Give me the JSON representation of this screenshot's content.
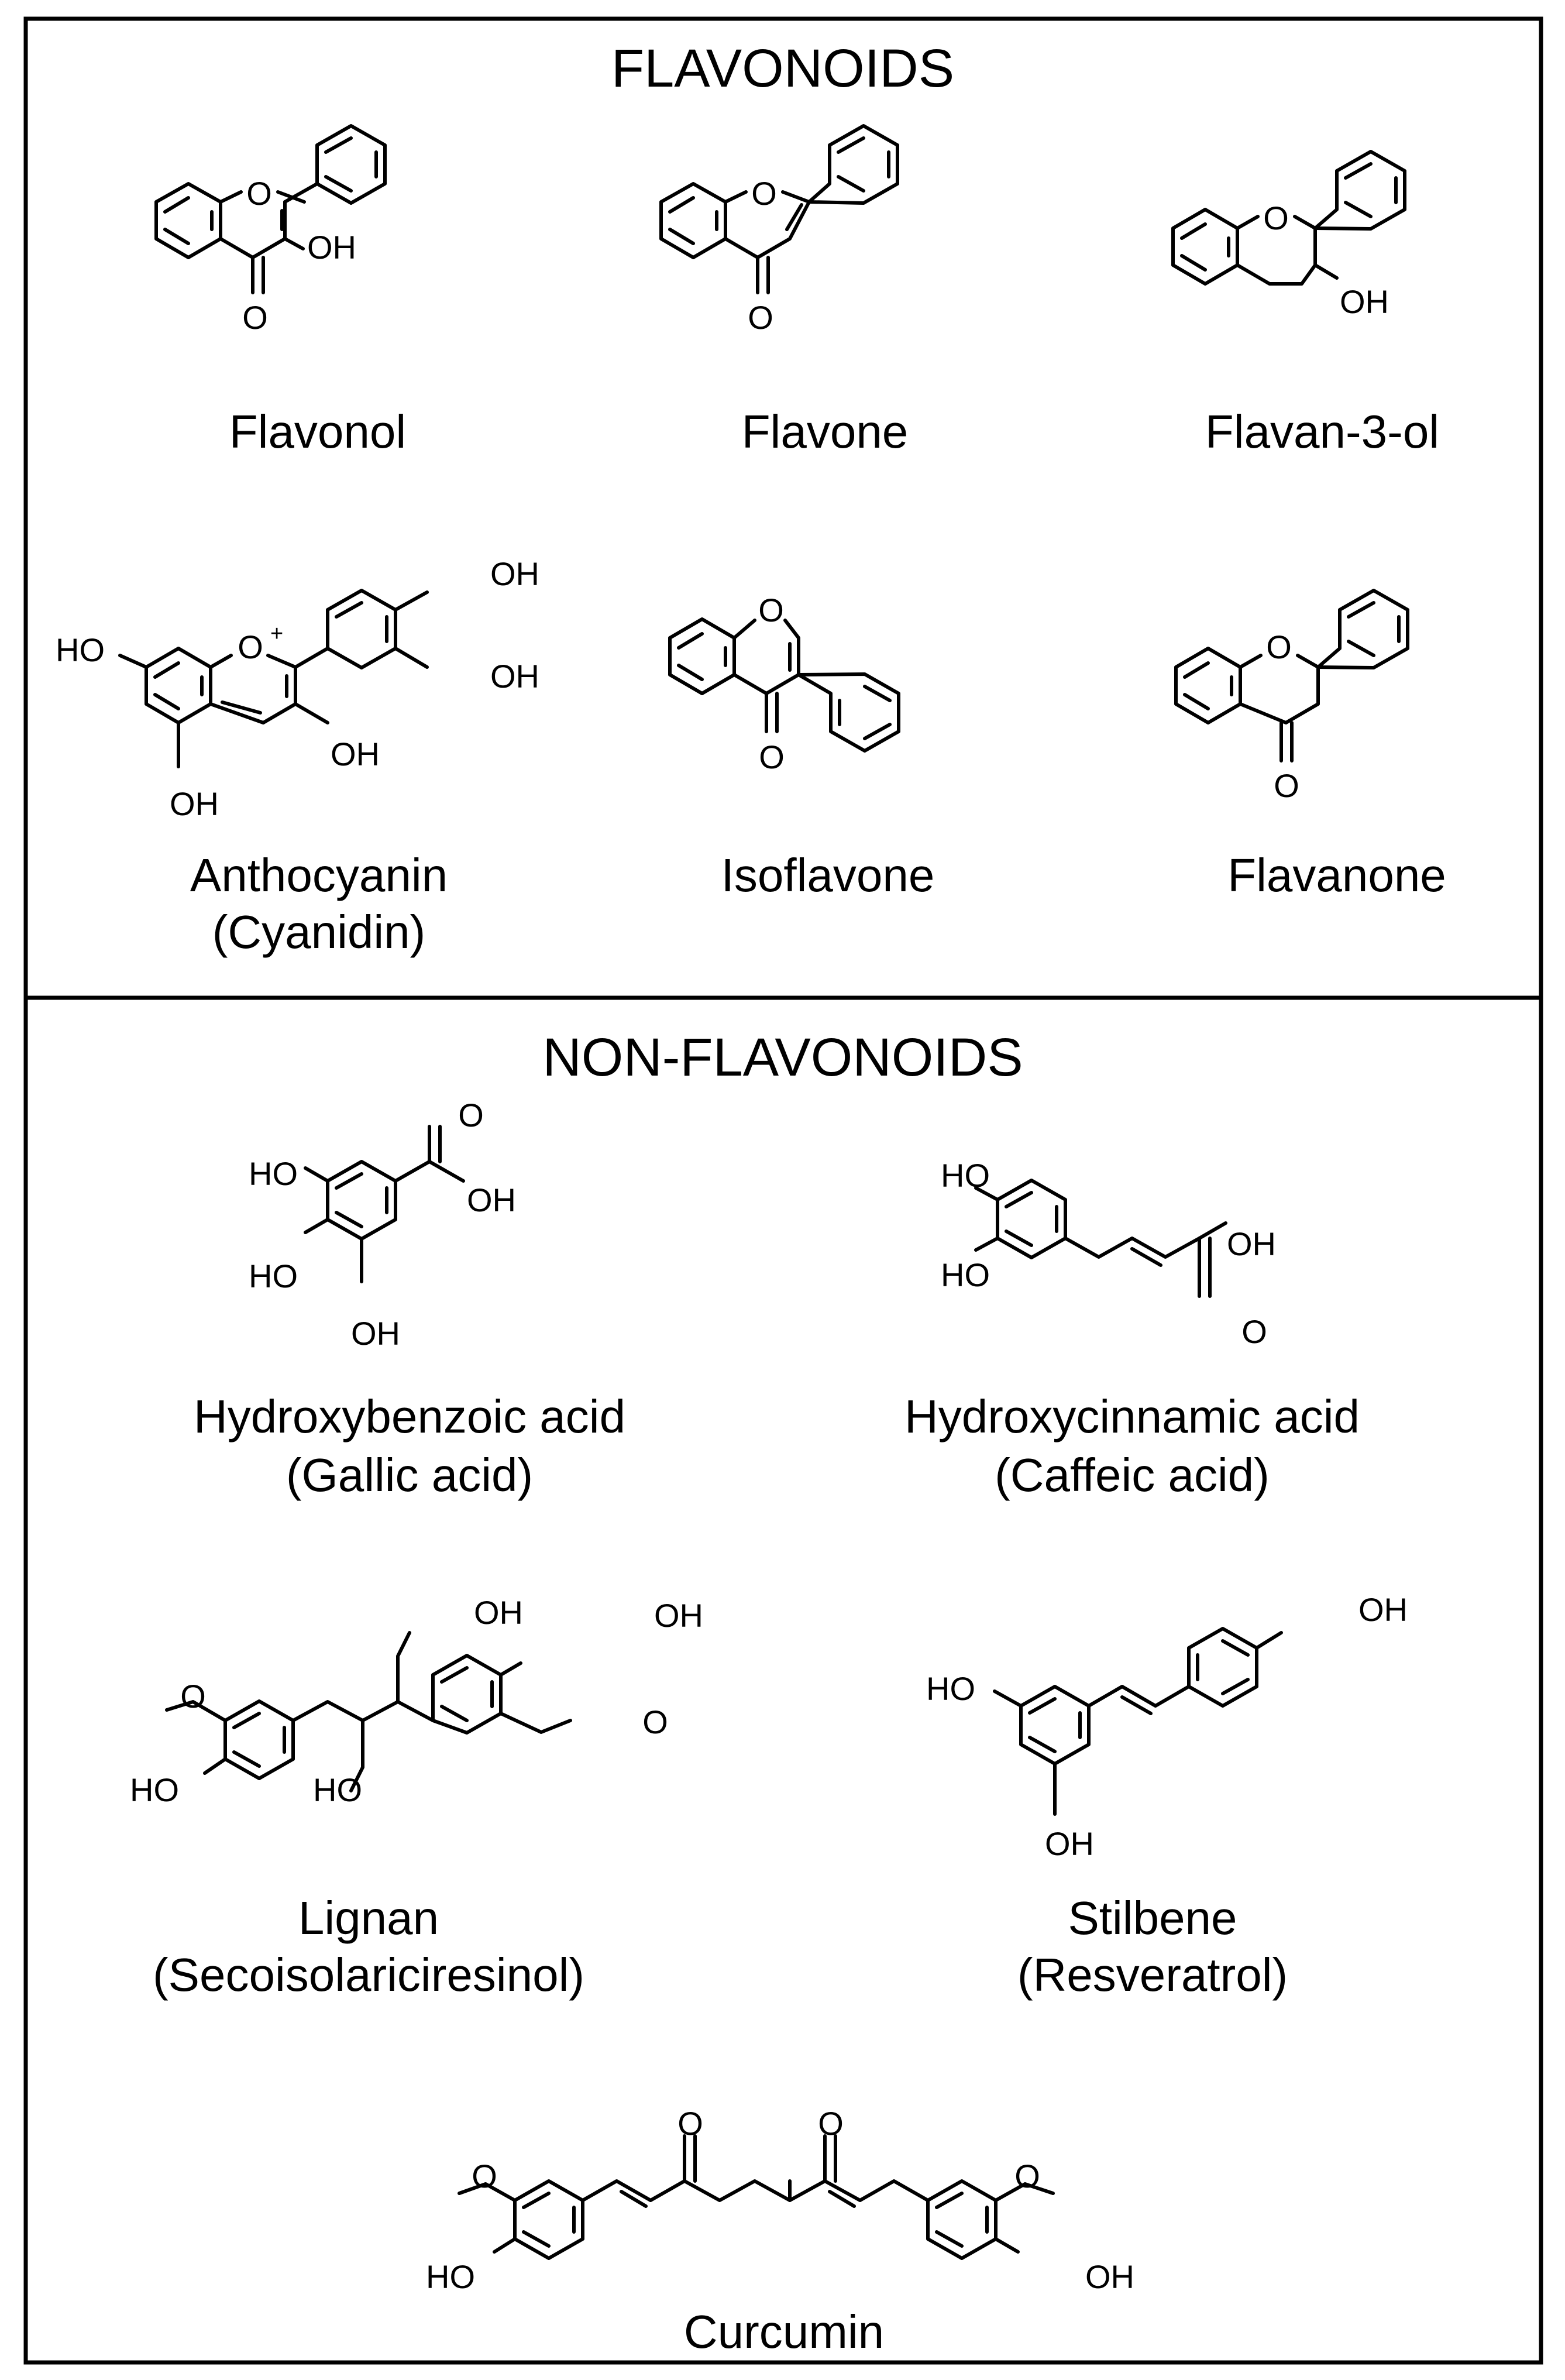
{
  "sections": [
    {
      "title": "FLAVONOIDS"
    },
    {
      "title": "NON-FLAVONOIDS"
    }
  ],
  "compounds": {
    "flavonol": {
      "name": "Flavonol"
    },
    "flavone": {
      "name": "Flavone"
    },
    "flavan3ol": {
      "name": "Flavan-3-ol"
    },
    "anthocyanin": {
      "name": "Anthocyanin",
      "example": "(Cyanidin)"
    },
    "isoflavone": {
      "name": "Isoflavone"
    },
    "flavanone": {
      "name": "Flavanone"
    },
    "hydroxybenzoic": {
      "name": "Hydroxybenzoic acid",
      "example": "(Gallic acid)"
    },
    "hydroxycinnamic": {
      "name": "Hydroxycinnamic acid",
      "example": "(Caffeic acid)"
    },
    "lignan": {
      "name": "Lignan",
      "example": "(Secoisolariciresinol)"
    },
    "stilbene": {
      "name": "Stilbene",
      "example": "(Resveratrol)"
    },
    "curcumin": {
      "name": "Curcumin"
    }
  },
  "atoms": {
    "O": "O",
    "OH": "OH",
    "HO": "HO",
    "plus": "+"
  }
}
